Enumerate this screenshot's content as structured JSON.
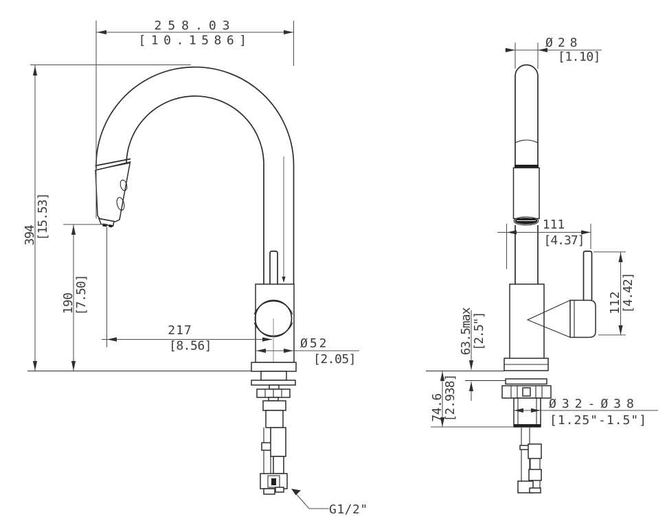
{
  "drawing": {
    "type": "technical-dimension-drawing",
    "subject": "pull-down kitchen faucet, front view and side view",
    "units": "millimeters with [inches] below",
    "colors": {
      "background": "#ffffff",
      "object_line": "#2b2b2b",
      "dimension_line": "#4e4e4e",
      "text": "#3c3c3c",
      "internal_hose_line": "#9a9a9a"
    },
    "front_view": {
      "dimensions": {
        "overall_width": {
          "mm": "258.03",
          "inch": "[10.1586]"
        },
        "overall_height": {
          "mm": "394",
          "inch": "[15.53]"
        },
        "spout_clearance": {
          "mm": "190",
          "inch": "[7.50]"
        },
        "spout_reach": {
          "mm": "217",
          "inch": "[8.56]"
        },
        "body_diameter": {
          "mm": "Ø52",
          "inch": "[2.05]"
        },
        "inlet_thread": "G1/2\""
      }
    },
    "side_view": {
      "dimensions": {
        "spout_tube_diameter": {
          "mm": "Ø28",
          "inch": "[1.10]"
        },
        "handle_offset": {
          "mm": "111",
          "inch": "[4.37]"
        },
        "handle_height": {
          "mm": "112",
          "inch": "[4.42]"
        },
        "max_deck_thickness": {
          "mm": "63.5max",
          "inch": "[2.5\"]"
        },
        "shank_length": {
          "mm": "74.6",
          "inch": "[2.938]"
        },
        "mounting_hole_diameter": {
          "mm": "Ø32-Ø38",
          "inch": "[1.25\"-1.5\"]"
        }
      }
    }
  }
}
